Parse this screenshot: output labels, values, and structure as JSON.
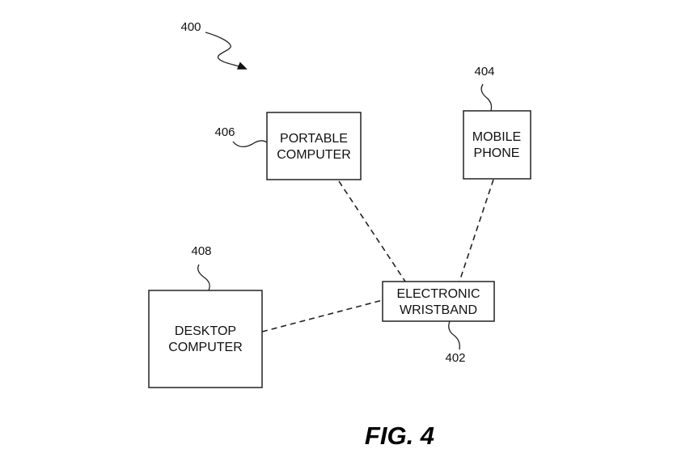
{
  "figure": {
    "caption": "FIG. 4",
    "system_ref": "400"
  },
  "nodes": [
    {
      "id": "402",
      "ref": "402",
      "lines": [
        "ELECTRONIC",
        "WRISTBAND"
      ]
    },
    {
      "id": "404",
      "ref": "404",
      "lines": [
        "MOBILE",
        "PHONE"
      ]
    },
    {
      "id": "406",
      "ref": "406",
      "lines": [
        "PORTABLE",
        "COMPUTER"
      ]
    },
    {
      "id": "408",
      "ref": "408",
      "lines": [
        "DESKTOP",
        "COMPUTER"
      ]
    }
  ],
  "edges": [
    {
      "from": "406",
      "to": "402",
      "style": "dashed"
    },
    {
      "from": "404",
      "to": "402",
      "style": "dashed"
    },
    {
      "from": "408",
      "to": "402",
      "style": "dashed"
    }
  ]
}
